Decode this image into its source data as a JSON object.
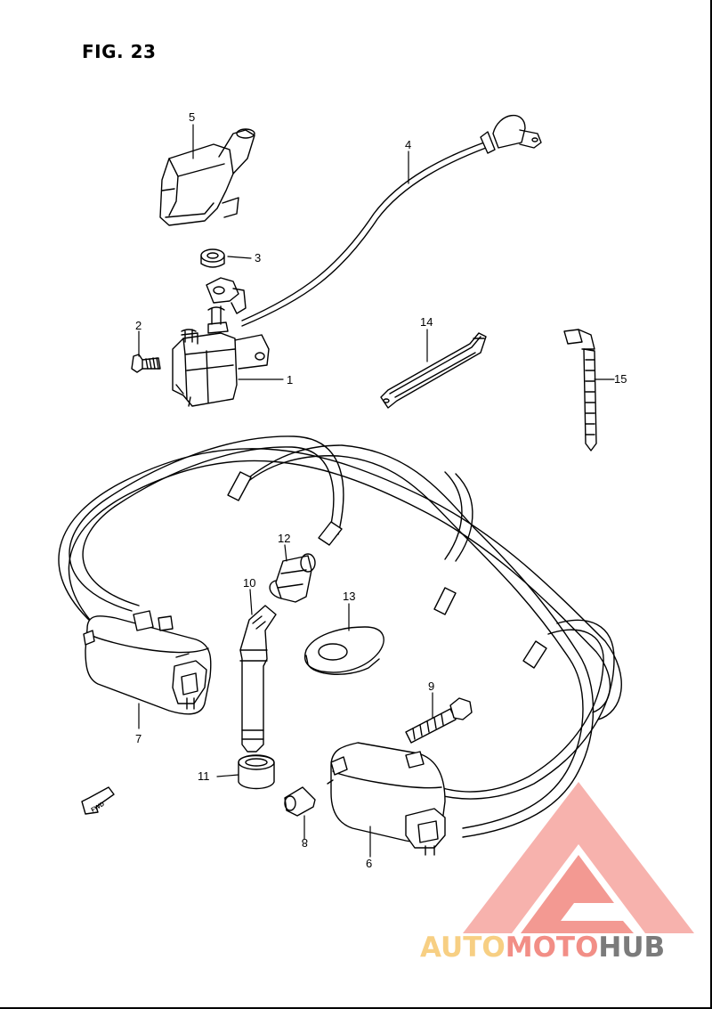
{
  "figure": {
    "title": "FIG. 23"
  },
  "parts": [
    {
      "num": "1"
    },
    {
      "num": "2"
    },
    {
      "num": "3"
    },
    {
      "num": "4"
    },
    {
      "num": "5"
    },
    {
      "num": "6"
    },
    {
      "num": "7"
    },
    {
      "num": "8"
    },
    {
      "num": "9"
    },
    {
      "num": "10"
    },
    {
      "num": "11"
    },
    {
      "num": "12"
    },
    {
      "num": "13"
    },
    {
      "num": "14"
    },
    {
      "num": "15"
    }
  ],
  "fwd_marker": "FWD",
  "watermark": {
    "part1": "AUTO",
    "part2": "MOTO",
    "part3": "HUB",
    "colors": {
      "auto": "#f7cf83",
      "moto": "#f28e86",
      "hub": "#7b7b7b",
      "logo": "#f28e86"
    }
  }
}
